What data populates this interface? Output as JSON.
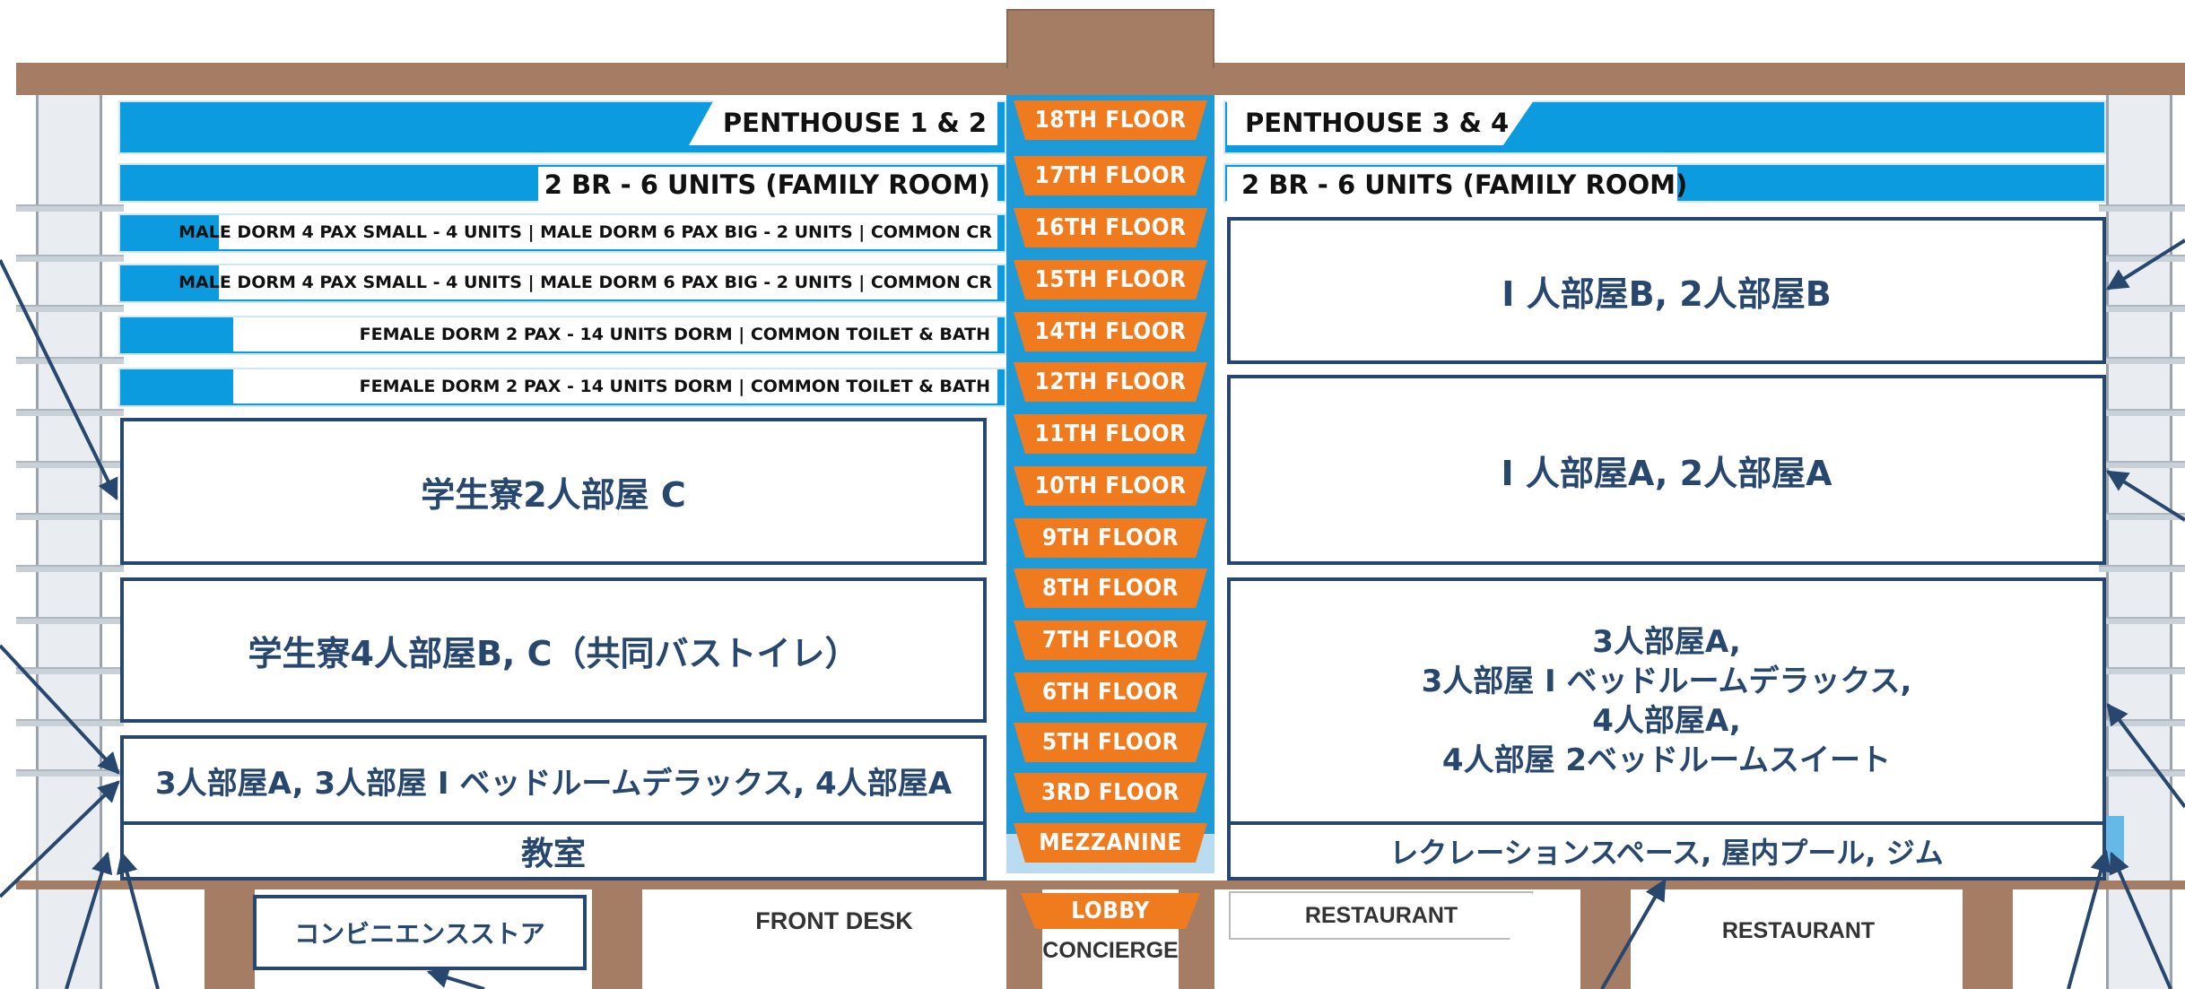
{
  "floors": [
    {
      "key": "18",
      "label": "18TH FLOOR"
    },
    {
      "key": "17",
      "label": "17TH FLOOR"
    },
    {
      "key": "16",
      "label": "16TH FLOOR"
    },
    {
      "key": "15",
      "label": "15TH FLOOR"
    },
    {
      "key": "14",
      "label": "14TH FLOOR"
    },
    {
      "key": "12",
      "label": "12TH FLOOR"
    },
    {
      "key": "11",
      "label": "11TH FLOOR"
    },
    {
      "key": "10",
      "label": "10TH FLOOR"
    },
    {
      "key": "9",
      "label": "9TH FLOOR"
    },
    {
      "key": "8",
      "label": "8TH FLOOR"
    },
    {
      "key": "7",
      "label": "7TH FLOOR"
    },
    {
      "key": "6",
      "label": "6TH FLOOR"
    },
    {
      "key": "5",
      "label": "5TH FLOOR"
    },
    {
      "key": "3",
      "label": "3RD FLOOR"
    },
    {
      "key": "m",
      "label": "MEZZANINE"
    }
  ],
  "lobby": {
    "label": "LOBBY",
    "concierge": "CONCIERGE"
  },
  "left": {
    "penthouse": "PENTHOUSE 1 & 2",
    "family": "2 BR - 6 UNITS (FAMILY ROOM)",
    "male16": "MALE DORM 4 PAX SMALL - 4 UNITS | MALE DORM 6 PAX BIG - 2  UNITS | COMMON CR",
    "male15": "MALE DORM 4 PAX SMALL - 4 UNITS | MALE DORM 6 PAX BIG  - 2 UNITS | COMMON CR",
    "female14": "FEMALE DORM 2 PAX - 14 UNITS DORM | COMMON TOILET & BATH",
    "female12": "FEMALE DORM 2 PAX - 14 UNITS DORM | COMMON TOILET & BATH",
    "dorm2": "学生寮2人部屋 C",
    "dorm4": "学生寮4人部屋B, C（共同バストイレ）",
    "rooms3": "3人部屋A, 3人部屋 I ベッドルームデラックス, 4人部屋A",
    "classroom": "教室",
    "store": "コンビニエンスストア",
    "frontdesk": "FRONT DESK"
  },
  "right": {
    "penthouse": "PENTHOUSE 3 & 4",
    "family": "2 BR - 6 UNITS (FAMILY ROOM)",
    "roomsB": "I 人部屋B, 2人部屋B",
    "roomsA": "I 人部屋A, 2人部屋A",
    "multi": [
      "3人部屋A,",
      "3人部屋 I ベッドルームデラックス,",
      "4人部屋A,",
      "4人部屋 2ベッドルームスイート"
    ],
    "recreation": "レクレーションスペース, 屋内プール, ジム",
    "restaurant1": "RESTAURANT",
    "restaurant2": "RESTAURANT"
  },
  "colors": {
    "accent_orange": "#f07a1e",
    "window_blue": "#0d9be0",
    "navy_text": "#27476e",
    "roof_brown": "#a57d64"
  }
}
